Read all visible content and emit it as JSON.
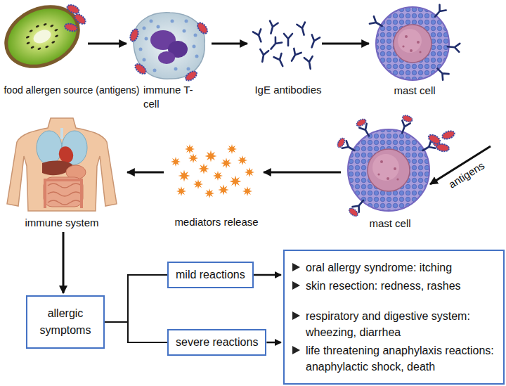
{
  "diagram": {
    "nodes": [
      {
        "text": [
          "food allergen source (antigens)"
        ]
      },
      {
        "text": [
          "immune T-cell"
        ]
      },
      {
        "text": [
          "IgE antibodies"
        ]
      },
      {
        "text": [
          "mast cell"
        ]
      },
      {
        "text": [
          "immune system"
        ]
      },
      {
        "text": [
          "mediators release"
        ]
      },
      {
        "text": [
          "mast cell"
        ]
      },
      {
        "text": [
          "antigens"
        ]
      },
      {
        "text": [
          "allergic symptoms"
        ]
      },
      {
        "text": [
          "mild reactions"
        ]
      },
      {
        "text": [
          "severe reactions"
        ]
      },
      {
        "text": [
          "oral allergy syndrome: itching",
          "skin resection: redness, rashes",
          "respiratory and digestive system: wheezing, diarrhea",
          "life threatening anaphylaxis reactions: anaphylactic shock, death"
        ]
      }
    ],
    "edges": [
      {
        "from": 0,
        "to": 1,
        "arrow": "to"
      },
      {
        "from": 1,
        "to": 2,
        "arrow": "to"
      },
      {
        "from": 2,
        "to": 3,
        "arrow": "to"
      },
      {
        "from": 7,
        "to": 6,
        "arrow": "to"
      },
      {
        "from": 6,
        "to": 5,
        "arrow": "to"
      },
      {
        "from": 5,
        "to": 4,
        "arrow": "to"
      },
      {
        "from": 4,
        "to": 8,
        "arrow": "to"
      },
      {
        "from": 8,
        "to": 9,
        "arrow": "none"
      },
      {
        "from": 8,
        "to": 10,
        "arrow": "none"
      },
      {
        "from": 9,
        "to": 11,
        "arrow": "to"
      },
      {
        "from": 10,
        "to": 11,
        "arrow": "to"
      }
    ]
  }
}
